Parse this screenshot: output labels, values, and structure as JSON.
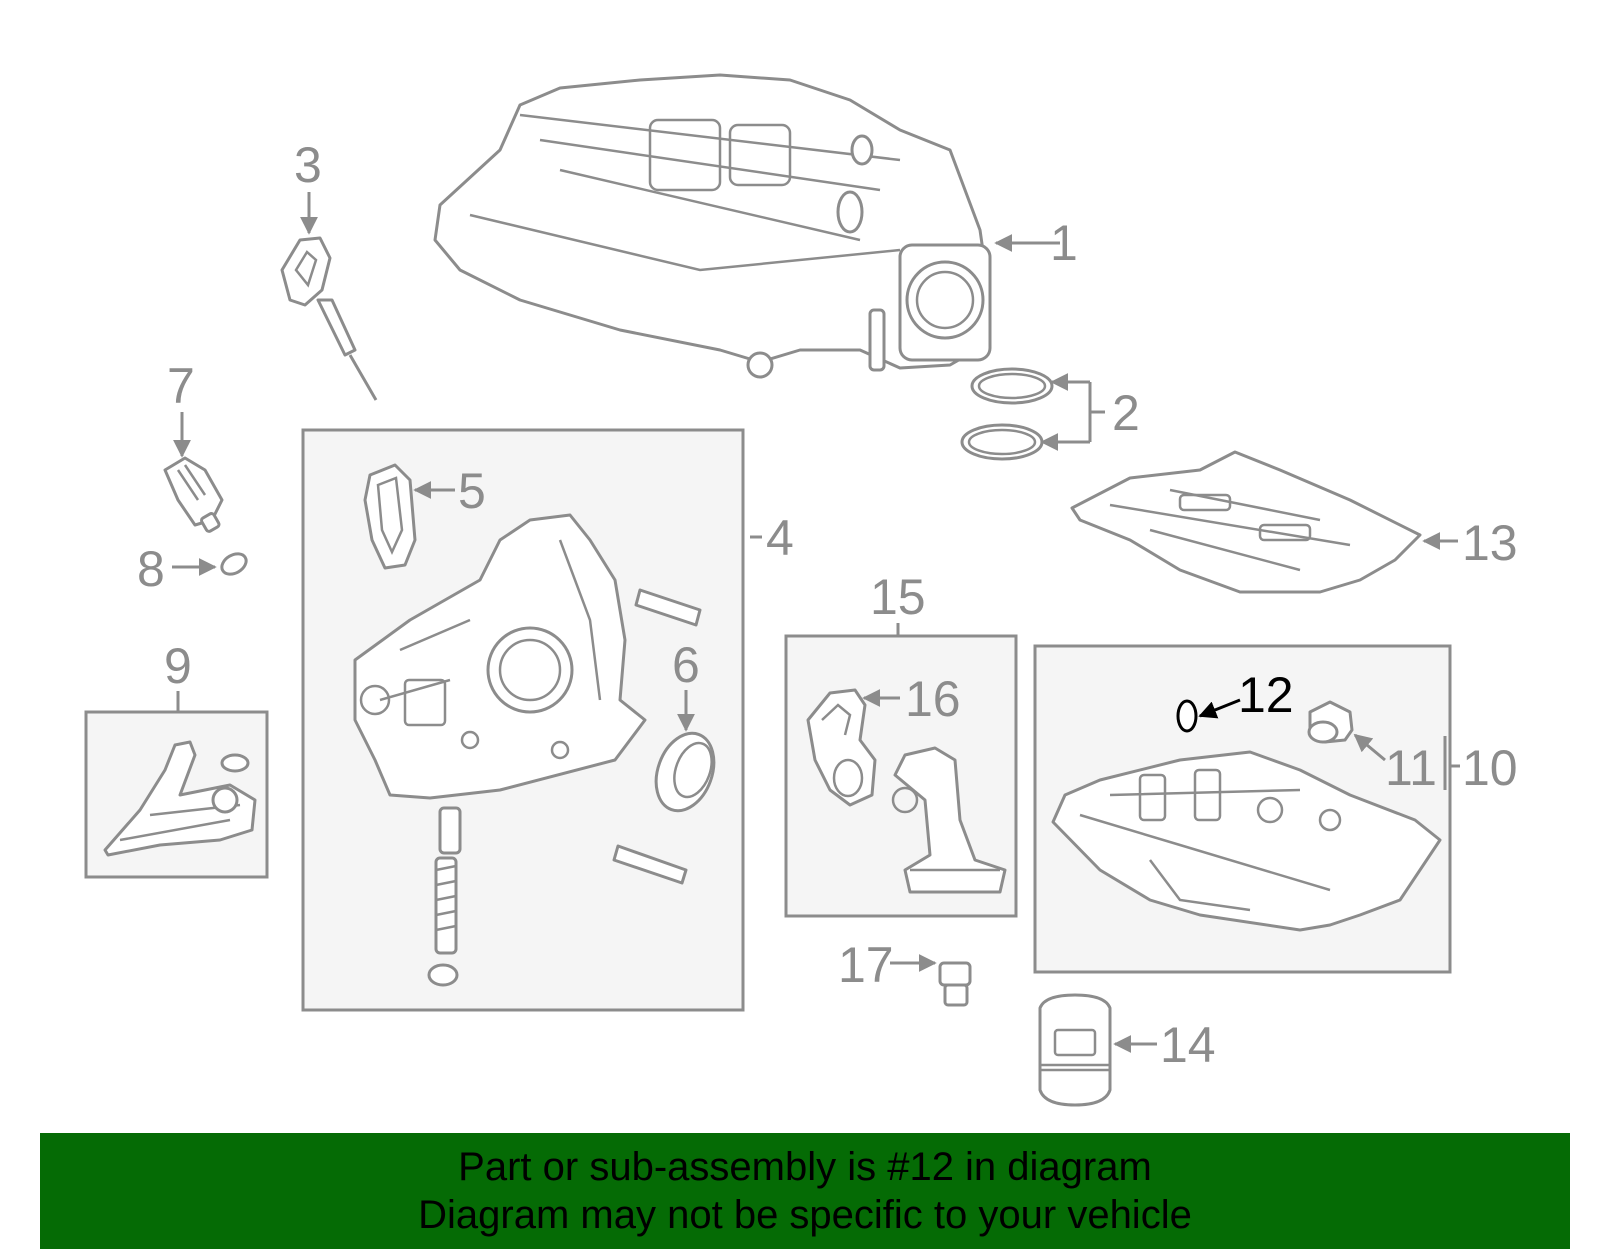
{
  "diagram": {
    "callouts": {
      "c1": "1",
      "c2": "2",
      "c3": "3",
      "c4": "4",
      "c5": "5",
      "c6": "6",
      "c7": "7",
      "c8": "8",
      "c9": "9",
      "c10": "10",
      "c11": "11",
      "c12": "12",
      "c13": "13",
      "c14": "14",
      "c15": "15",
      "c16": "16",
      "c17": "17"
    },
    "highlighted_part": "12",
    "colors": {
      "line": "#8c8c8c",
      "highlight": "#000000",
      "box_fill": "#f5f5f5"
    }
  },
  "banner": {
    "line1": "Part or sub-assembly is #12 in diagram",
    "line2": "Diagram may not be specific to your vehicle",
    "background": "#056b05"
  }
}
